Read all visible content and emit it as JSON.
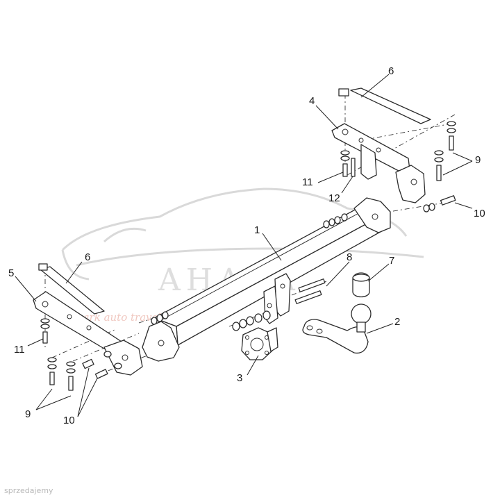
{
  "watermark": {
    "brand": "AHAKA",
    "tagline": "park auto travel"
  },
  "credit": "sprzedajemy",
  "callouts": [
    {
      "id": "c1",
      "label": "1"
    },
    {
      "id": "c2",
      "label": "2"
    },
    {
      "id": "c3",
      "label": "3"
    },
    {
      "id": "c4",
      "label": "4"
    },
    {
      "id": "c5",
      "label": "5"
    },
    {
      "id": "c6a",
      "label": "6"
    },
    {
      "id": "c6b",
      "label": "6"
    },
    {
      "id": "c7",
      "label": "7"
    },
    {
      "id": "c8",
      "label": "8"
    },
    {
      "id": "c9a",
      "label": "9"
    },
    {
      "id": "c9b",
      "label": "9"
    },
    {
      "id": "c10a",
      "label": "10"
    },
    {
      "id": "c10b",
      "label": "10"
    },
    {
      "id": "c11a",
      "label": "11"
    },
    {
      "id": "c11b",
      "label": "11"
    },
    {
      "id": "c12",
      "label": "12"
    }
  ]
}
